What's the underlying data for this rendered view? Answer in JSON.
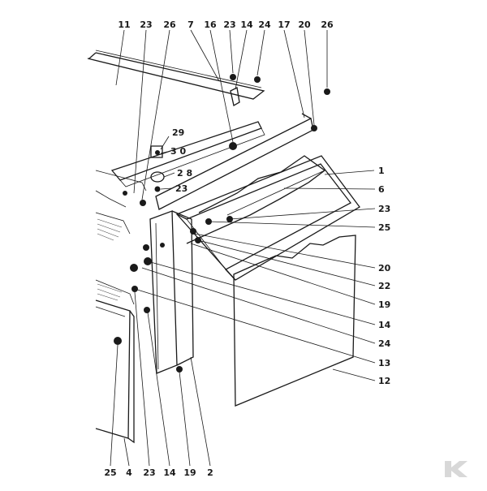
{
  "callouts": {
    "top": [
      "11",
      "23",
      "26",
      "7",
      "16",
      "23",
      "14",
      "24",
      "17",
      "20",
      "26"
    ],
    "left_mid": [
      "29",
      "3 0",
      "2 8",
      "23"
    ],
    "right": [
      "1",
      "6",
      "23",
      "25",
      "20",
      "22",
      "19",
      "14",
      "24",
      "13",
      "12"
    ],
    "bottom": [
      "25",
      "4",
      "23",
      "14",
      "19",
      "2"
    ]
  },
  "watermark": "K",
  "colors": {
    "ink": "#1a1a1a",
    "paper": "#ffffff",
    "watermark": "#d8d8d8"
  }
}
